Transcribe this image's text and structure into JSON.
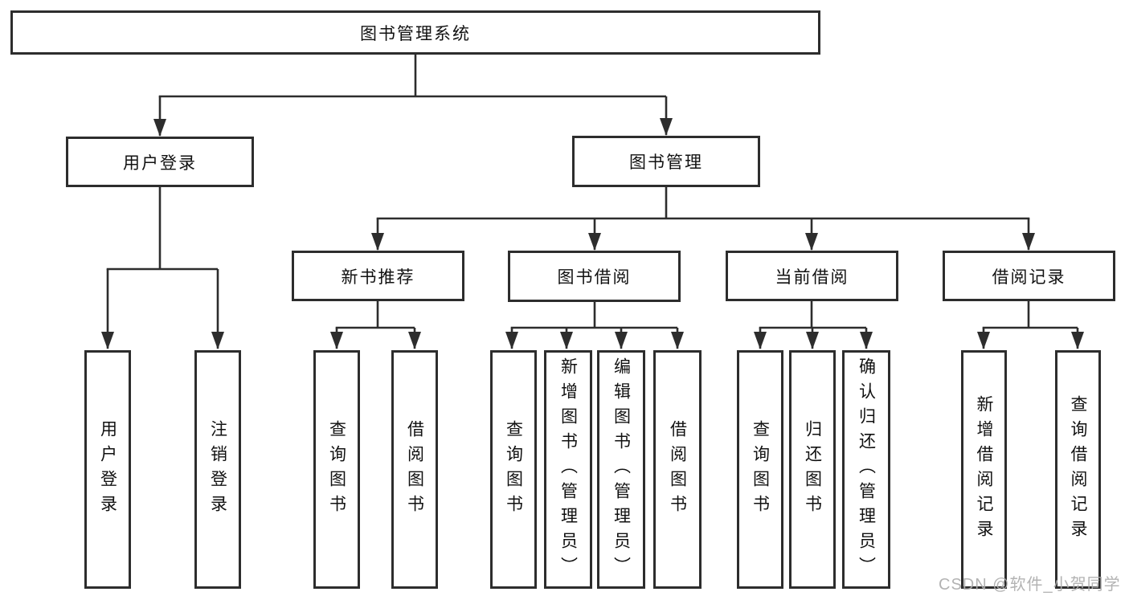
{
  "colors": {
    "line": "#2d2d2d",
    "box_border": "#2d2d2d",
    "text": "#111111",
    "background": "#ffffff",
    "watermark": "#acacac"
  },
  "watermark": {
    "text": "CSDN @软件_小贺同学"
  },
  "diagram": {
    "root": {
      "label": "图书管理系统"
    },
    "branches": [
      {
        "label": "用户登录",
        "children": [
          {
            "label": "用户登录"
          },
          {
            "label": "注销登录"
          }
        ]
      },
      {
        "label": "图书管理",
        "children": [
          {
            "label": "新书推荐",
            "children": [
              {
                "label": "查询图书"
              },
              {
                "label": "借阅图书"
              }
            ]
          },
          {
            "label": "图书借阅",
            "children": [
              {
                "label": "查询图书"
              },
              {
                "label": "新增图书（管理员）"
              },
              {
                "label": "编辑图书（管理员）"
              },
              {
                "label": "借阅图书"
              }
            ]
          },
          {
            "label": "当前借阅",
            "children": [
              {
                "label": "查询图书"
              },
              {
                "label": "归还图书"
              },
              {
                "label": "确认归还（管理员）"
              }
            ]
          },
          {
            "label": "借阅记录",
            "children": [
              {
                "label": "新增借阅记录"
              },
              {
                "label": "查询借阅记录"
              }
            ]
          }
        ]
      }
    ]
  }
}
